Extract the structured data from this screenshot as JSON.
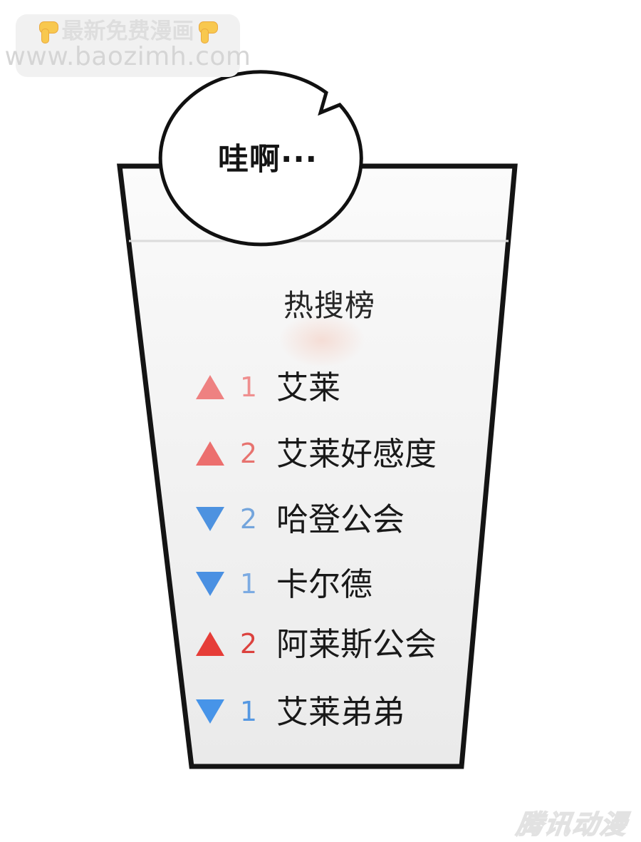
{
  "watermark": {
    "line1": "最新免费漫画",
    "url": "www.baozimh.com",
    "box_color": "#f1f1f1",
    "text_color": "#dedede",
    "hand_color": "#f8c84f"
  },
  "speech_bubble": {
    "text": "哇啊···"
  },
  "ranking": {
    "title": "热搜榜",
    "up_color": "#e6403b",
    "down_color": "#4a90e2",
    "items": [
      {
        "trend": "up",
        "change": "1",
        "term": "艾莱",
        "triangle_color": "#ee8181",
        "number_color": "#ef8f8f"
      },
      {
        "trend": "up",
        "change": "2",
        "term": "艾莱好感度",
        "triangle_color": "#ec6f6e",
        "number_color": "#e7736f"
      },
      {
        "trend": "down",
        "change": "2",
        "term": "哈登公会",
        "triangle_color": "#4d92e0",
        "number_color": "#74a5dc"
      },
      {
        "trend": "down",
        "change": "1",
        "term": "卡尔德",
        "triangle_color": "#4a90e2",
        "number_color": "#7cabe2"
      },
      {
        "trend": "up",
        "change": "2",
        "term": "阿莱斯公会",
        "triangle_color": "#e63d38",
        "number_color": "#dc423e"
      },
      {
        "trend": "down",
        "change": "1",
        "term": "艾莱弟弟",
        "triangle_color": "#4794e8",
        "number_color": "#5598e2"
      }
    ]
  },
  "publisher_logo": {
    "text": "腾讯动漫"
  }
}
